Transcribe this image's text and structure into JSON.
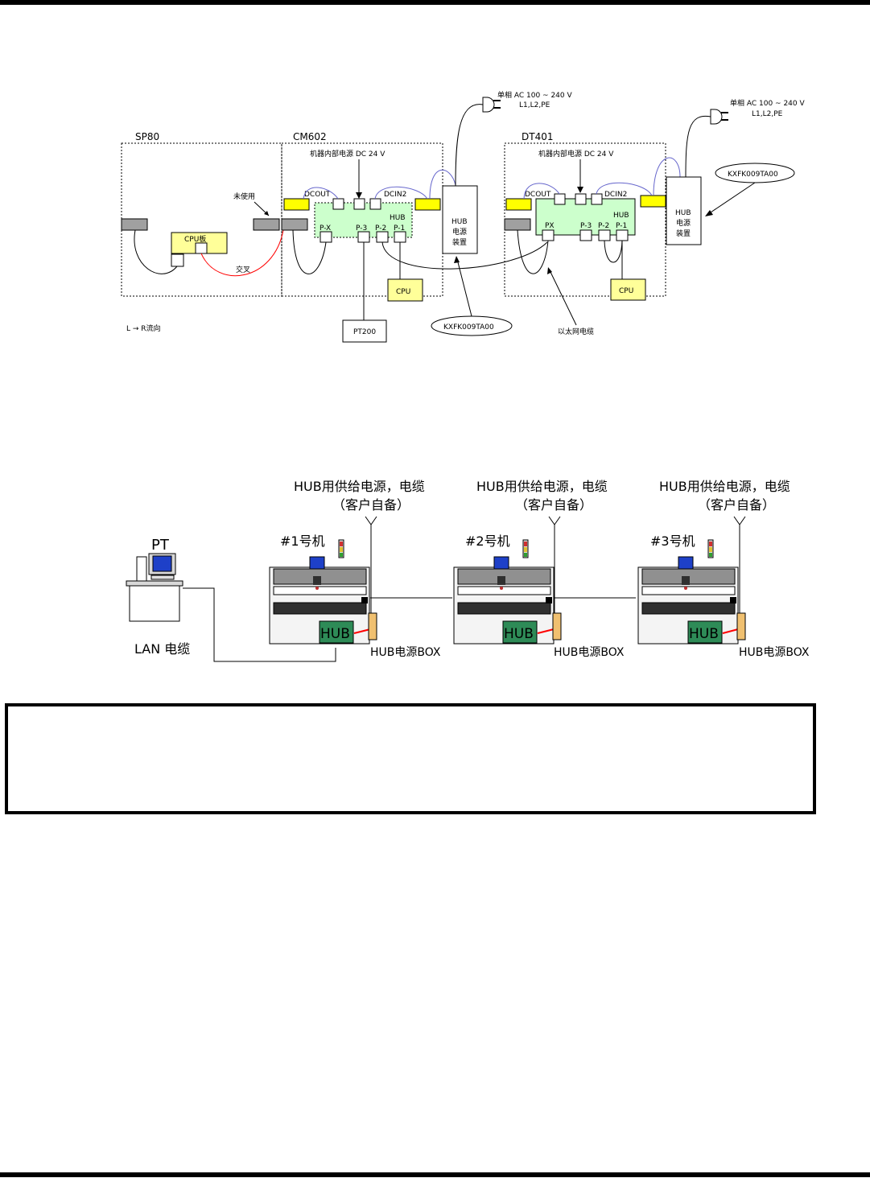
{
  "top_diagram": {
    "machines": {
      "sp80": "SP80",
      "cm602": "CM602",
      "dt401": "DT401"
    },
    "power_in_cm": "机器内部电源 DC 24 V",
    "power_in_dt": "机器内部电源 DC 24 V",
    "ac_power_1": {
      "line1": "单相  AC 100 ~ 240 V",
      "line2": "L1,L2,PE"
    },
    "ac_power_2": {
      "line1": "单相  AC 100 ~ 240 V",
      "line2": "L1,L2,PE"
    },
    "unused": "未使用",
    "cpu_board": "CPU板",
    "cross": "交叉",
    "dcout": "DCOUT",
    "dcin2": "DCIN2",
    "hub": "HUB",
    "ports_cm": {
      "px": "P-X",
      "p3": "P-3",
      "p2": "P-2",
      "p1": "P-1"
    },
    "ports_dt": {
      "px": "PX",
      "p3": "P-3",
      "p2": "P-2",
      "p1": "P-1"
    },
    "hub_power_unit": {
      "l1": "HUB",
      "l2": "电源",
      "l3": "装置"
    },
    "cpu": "CPU",
    "pt200": "PT200",
    "part_number_1": "KXFK009TA00",
    "part_number_2": "KXFK009TA00",
    "ethernet_cable": "以太网电缆",
    "flow": "L → R流向"
  },
  "bottom_diagram": {
    "supply_label": {
      "l1": "HUB用供给电源，电缆",
      "l2": "（客户自备）"
    },
    "pt": "PT",
    "lan_cable": "LAN 电缆",
    "machine_labels": [
      "#1号机",
      "#2号机",
      "#3号机"
    ],
    "hub": "HUB",
    "hub_box": "HUB电源BOX"
  },
  "colors": {
    "hub_panel_green": "#ccffcc",
    "connector_yellow": "#ffff00",
    "cpu_yellow": "#ffff99",
    "connector_gray": "#a0a0a0",
    "cross_cable_red": "#ff0000",
    "power_cable_blue": "#6666cc",
    "hub_box_green": "#2e8b57",
    "hub_box_orange": "#f0c070",
    "monitor_blue": "#1e40c8"
  }
}
